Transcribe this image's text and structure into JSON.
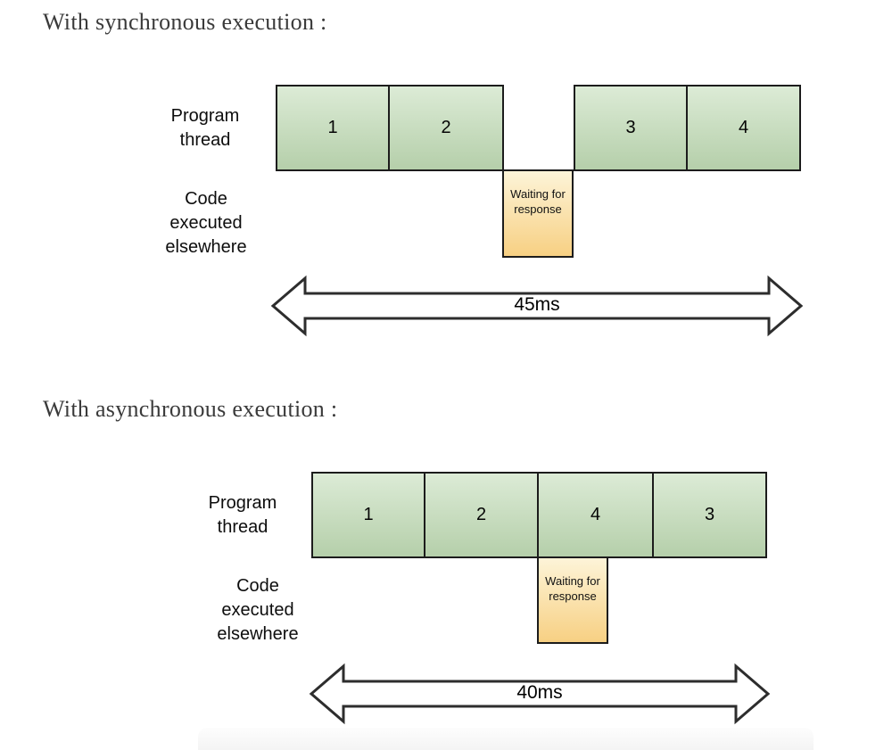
{
  "colors": {
    "block_top": "#dcebd6",
    "block_bottom": "#b5cfaa",
    "waiting_top": "#fdf4d8",
    "waiting_bottom": "#f7d083",
    "border": "#1c1c1c",
    "heading": "#3a3a3a",
    "arrow_stroke": "#2d2d2d"
  },
  "sync": {
    "heading": "With synchronous execution :",
    "thread_label": "Program thread",
    "elsewhere_label": "Code executed elsewhere",
    "blocks": [
      "1",
      "2",
      "3",
      "4"
    ],
    "waiting_label": "Waiting for response",
    "duration": "45ms"
  },
  "async": {
    "heading": "With asynchronous execution :",
    "thread_label": "Program thread",
    "elsewhere_label": "Code executed elsewhere",
    "blocks": [
      "1",
      "2",
      "4",
      "3"
    ],
    "waiting_label": "Waiting for response",
    "duration": "40ms"
  }
}
